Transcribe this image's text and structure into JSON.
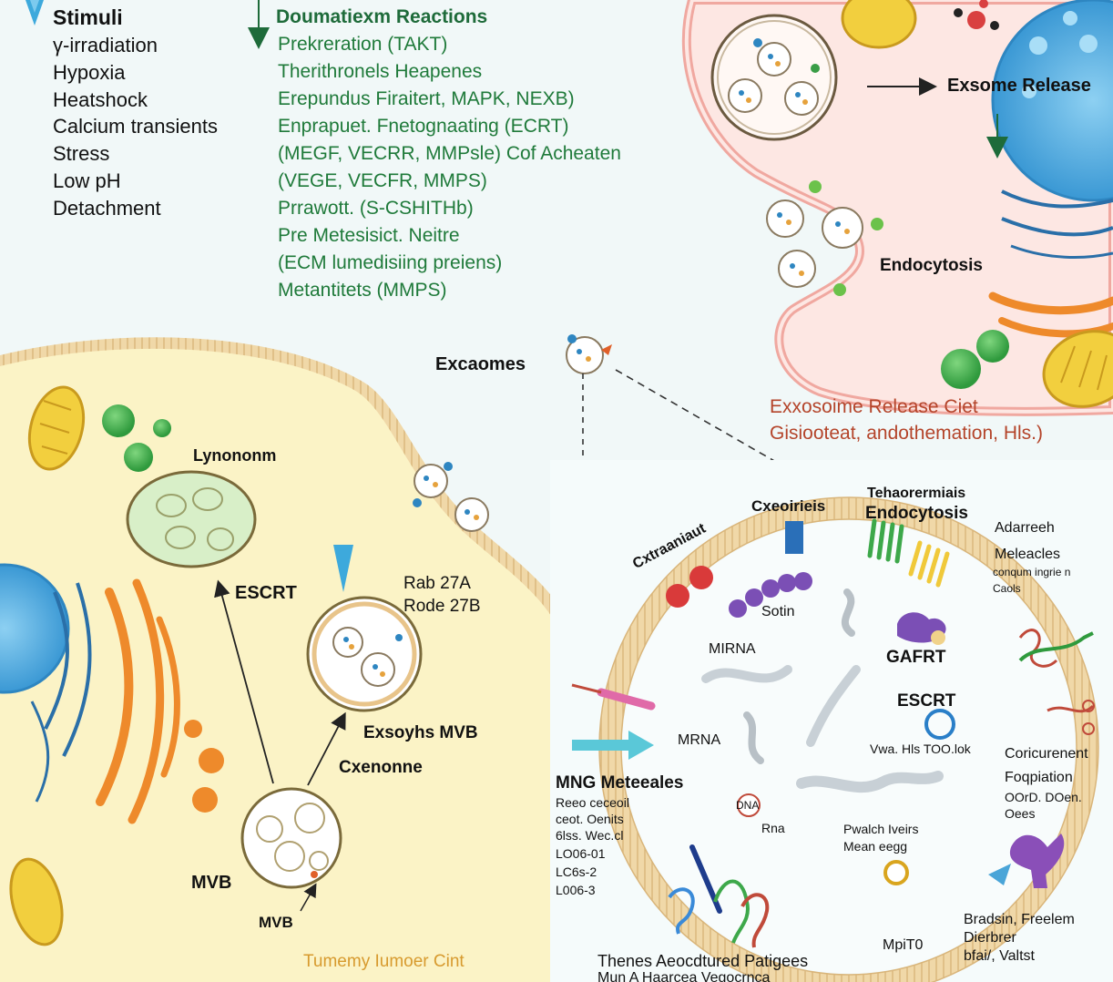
{
  "stimuli": {
    "title": "Stimuli",
    "items": [
      "γ-irradiation",
      "Hypoxia",
      "Heatshock",
      "Calcium transients",
      "Stress",
      "Low pH",
      "Detachment"
    ]
  },
  "reactions": {
    "title": "Doumatiexm Reactions",
    "items": [
      "Prekreration (TAKT)",
      "Therithronels Heapenes",
      "Erepundus Firaitert, MAPK, NEXB)",
      "Enprapuet. Fnetognaating (ECRT)",
      "(MEGF, VECRR, MMPsle) Cof Acheaten",
      "(VEGE, VECFR, MMPS)",
      "Prrawott. (S-CSHITHb)",
      "Pre Metesisict. Neitre",
      "(ECM lumedisiing preiens)",
      "Metantitets (MMPS)"
    ]
  },
  "recipient_cell": {
    "exosome_release": "Exsome Release",
    "endocytosis": "Endocytosis"
  },
  "exosomes_label": "Excaomes",
  "release_cite": {
    "line1": "Exxosoime Release Ciet",
    "line2": "Gisiooteat, andothemation, Hls.)"
  },
  "tumor_cell": {
    "lysosome": "Lynononm",
    "escrt": "ESCRT",
    "rab1": "Rab 27A",
    "rab2": "Rode 27B",
    "exocytosis_mvb": "Exsoyhs MVB",
    "cxenonne": "Cxenonne",
    "mvb1": "MVB",
    "mvb2": "MVB",
    "caption": "Tumemy Iumoer Cint"
  },
  "exosome_detail": {
    "cxeoirieis": "Cxeoirieis",
    "tetra1": "Tehaorermiais",
    "tetra2": "Endocytosis",
    "adhesion": "Adarreeh",
    "molecules": "Meleacles",
    "molecules_sub1": "conqum ingrie n",
    "molecules_sub2": "Caols",
    "cytosolic": "Cxtraaniaut",
    "sotin": "Sotin",
    "mirna": "MIRNA",
    "gafrt": "GAFRT",
    "escrt": "ESCRT",
    "mrna": "MRNA",
    "vna": "Vwa. Hls TOO.lok",
    "concurrent1": "Coricurenent",
    "concurrent2": "Foqpiation",
    "concurrent3": "OOrD. DOen.",
    "concurrent4": "Oees",
    "mhc_title": "MNG Meteeales",
    "mhc1": "Reeo ceceoil",
    "mhc2": "ceot. Oenits",
    "mhc3": "6lss. Wec.cl",
    "mhc4": "LO06-01",
    "mhc5": "LC6s-2",
    "mhc6": "L006-3",
    "dna": "DNA",
    "rna": "Rna",
    "protein1": "Pwalch Iveirs",
    "protein2": "Mean eegg",
    "bradsin1": "Bradsin, Freelem",
    "bradsin2": "Dierbrer",
    "bradsin3": "bfai/, Valtst",
    "mpito": "MpiT0",
    "antigens1": "Thenes Aeocdtured Patigees",
    "antigens2": "Mun A Haarcea Vegocrnca"
  },
  "colors": {
    "tumor_cell": "#fbf3c4",
    "recipient_cell": "#fdeeea",
    "nucleus": "#4aa5d8",
    "mitochondria": "#f0c93a",
    "golgi": "#ee8a2b",
    "green_vesicle": "#3fae4a",
    "membrane": "#e8c48a"
  }
}
